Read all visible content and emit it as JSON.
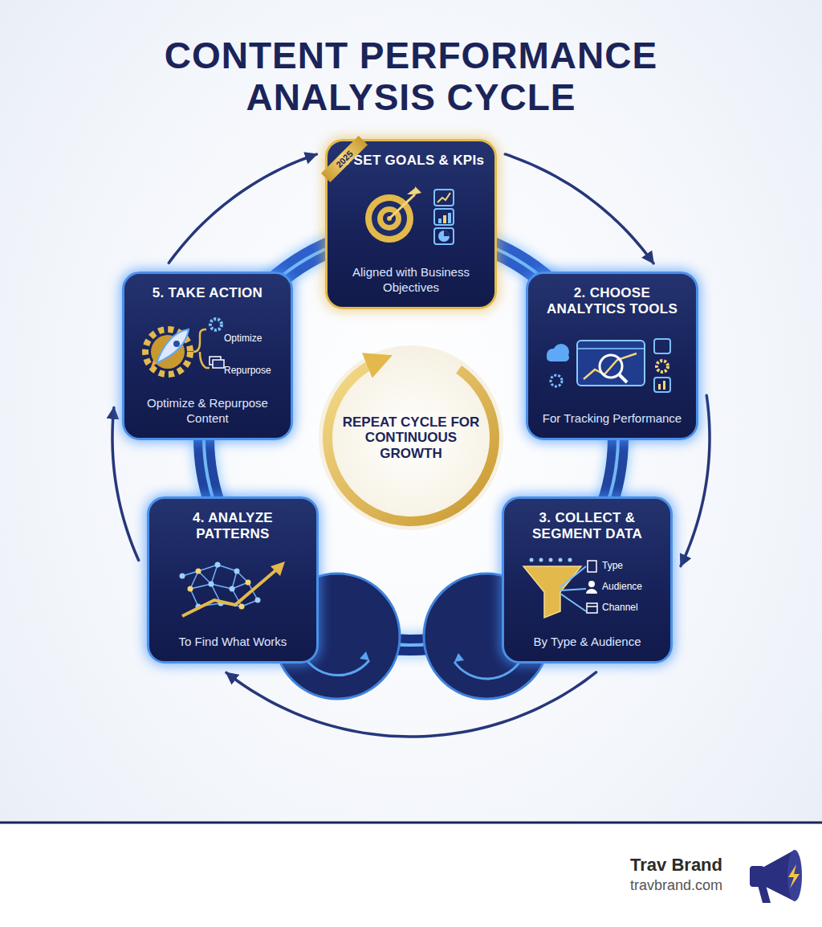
{
  "diagram": {
    "title": "CONTENT PERFORMANCE ANALYSIS CYCLE",
    "nodes": [
      {
        "text": [
          "2025",
          "1. SET GOALS & KPIs",
          "Aligned with Business Objectives"
        ]
      },
      {
        "text": [
          "2. CHOOSE ANALYTICS TOOLS",
          "For Tracking Performance"
        ]
      },
      {
        "text": [
          "3. COLLECT & SEGMENT DATA",
          "Type",
          "Audience",
          "Channel",
          "By Type & Audience"
        ]
      },
      {
        "text": [
          "4. ANALYZE PATTERNS",
          "To Find What Works"
        ]
      },
      {
        "text": [
          "5. TAKE ACTION",
          "Optimize",
          "Repurpose",
          "Optimize & Repurpose Content"
        ]
      },
      {
        "text": [
          "REPEAT CYCLE FOR CONTINUOUS GROWTH"
        ]
      }
    ],
    "edges": [
      {
        "from": 0,
        "to": 1,
        "arrow": "to"
      },
      {
        "from": 1,
        "to": 2,
        "arrow": "to"
      },
      {
        "from": 2,
        "to": 3,
        "arrow": "to"
      },
      {
        "from": 3,
        "to": 4,
        "arrow": "to"
      },
      {
        "from": 4,
        "to": 0,
        "arrow": "to"
      }
    ],
    "labels": [
      "Trav Brand",
      "travbrand.com"
    ]
  }
}
